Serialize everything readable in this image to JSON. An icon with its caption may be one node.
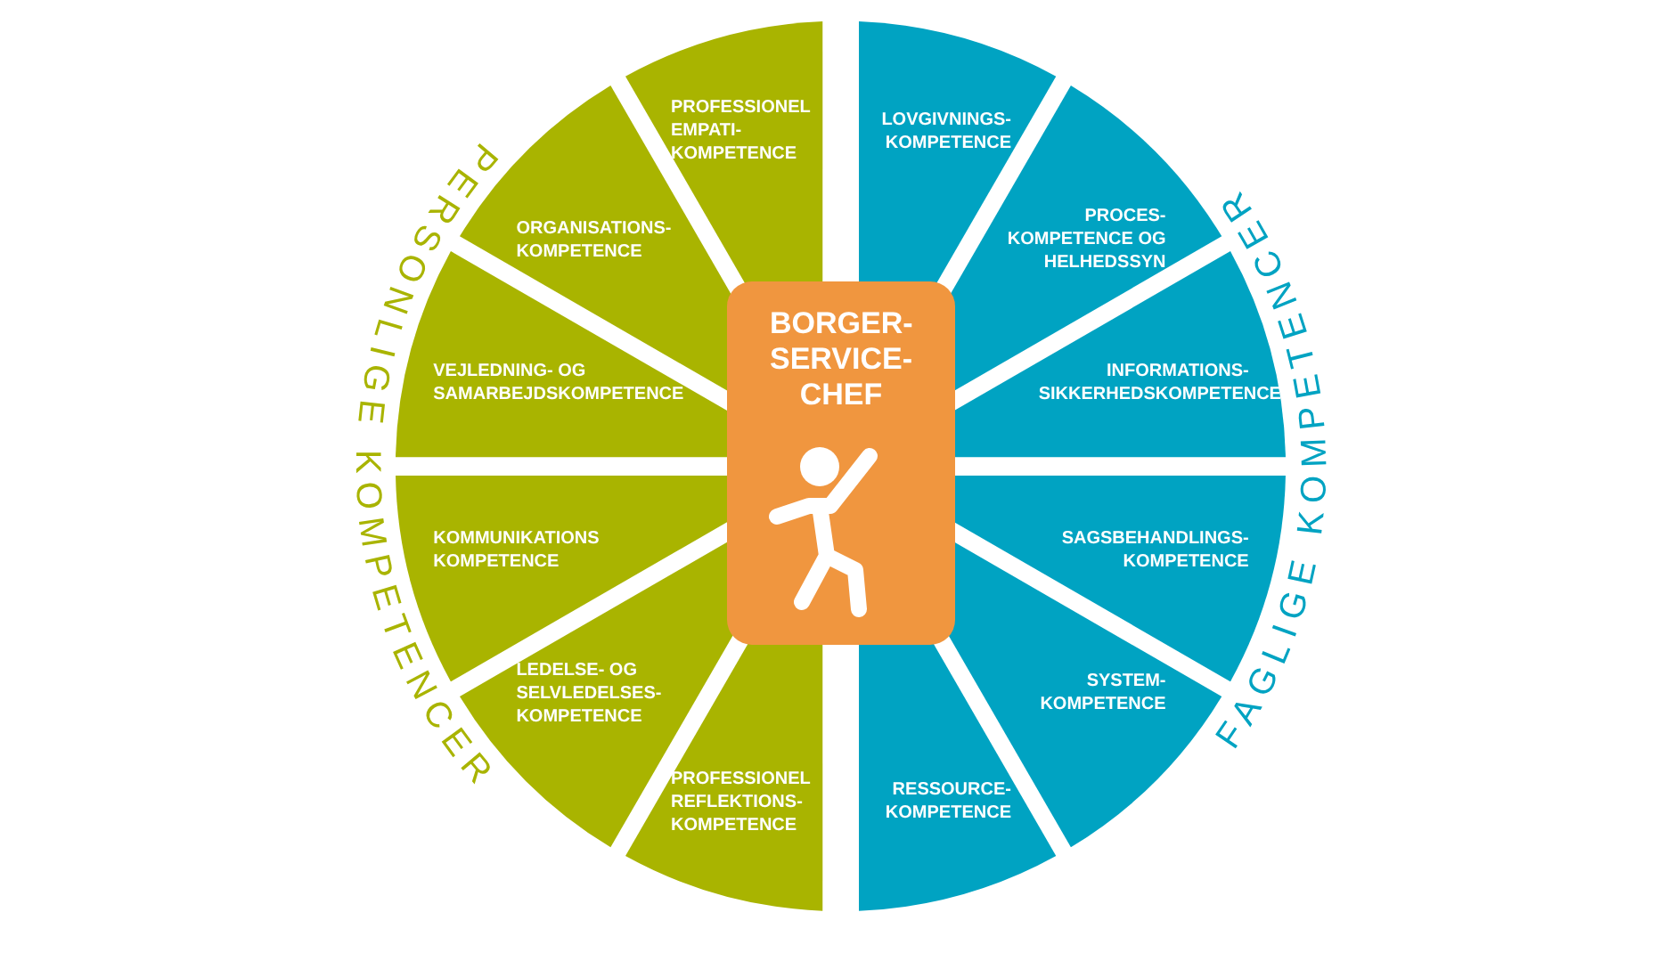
{
  "diagram": {
    "nodes": [
      {
        "text": [
          "BORGER- SERVICE- CHEF"
        ]
      },
      {
        "text": [
          "PROFESSIONEL EMPATI- KOMPETENCE"
        ]
      },
      {
        "text": [
          "ORGANISATIONS- KOMPETENCE"
        ]
      },
      {
        "text": [
          "VEJLEDNING- OG SAMARBEJDSKOMPETENCE"
        ]
      },
      {
        "text": [
          "KOMMUNIKATIONS KOMPETENCE"
        ]
      },
      {
        "text": [
          "LEDELSE- OG SELVLEDELSES- KOMPETENCE"
        ]
      },
      {
        "text": [
          "PROFESSIONEL REFLEKTIONS- KOMPETENCE"
        ]
      },
      {
        "text": [
          "LOVGIVNINGS- KOMPETENCE"
        ]
      },
      {
        "text": [
          "PROCES- KOMPETENCE OG HELHEDSSYN"
        ]
      },
      {
        "text": [
          "INFORMATIONS- SIKKERHEDSKOMPETENCE"
        ]
      },
      {
        "text": [
          "SAGSBEHANDLINGS- KOMPETENCE"
        ]
      },
      {
        "text": [
          "SYSTEM- KOMPETENCE"
        ]
      },
      {
        "text": [
          "RESSOURCE- KOMPETENCE"
        ]
      }
    ],
    "labels": [
      "PERSONLIGE KOMPETENCER",
      "FAGLIGE KOMPETENCER"
    ]
  }
}
